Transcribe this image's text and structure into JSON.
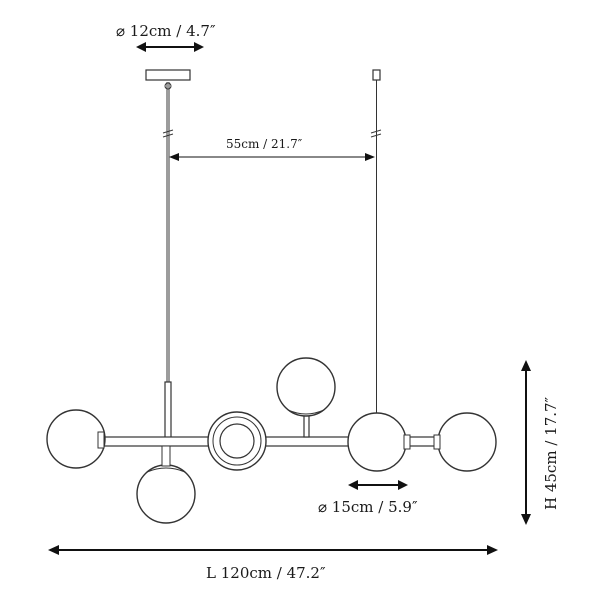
{
  "dimensions": {
    "canopy_diameter": "⌀ 12cm / 4.7″",
    "cable_spacing": "55cm / 21.7″",
    "globe_diameter": "⌀ 15cm / 5.9″",
    "height": "H 45cm / 17.7″",
    "length": "L 120cm / 47.2″"
  },
  "colors": {
    "line": "#3a3a3a",
    "arrow": "#111111",
    "background": "#ffffff"
  }
}
